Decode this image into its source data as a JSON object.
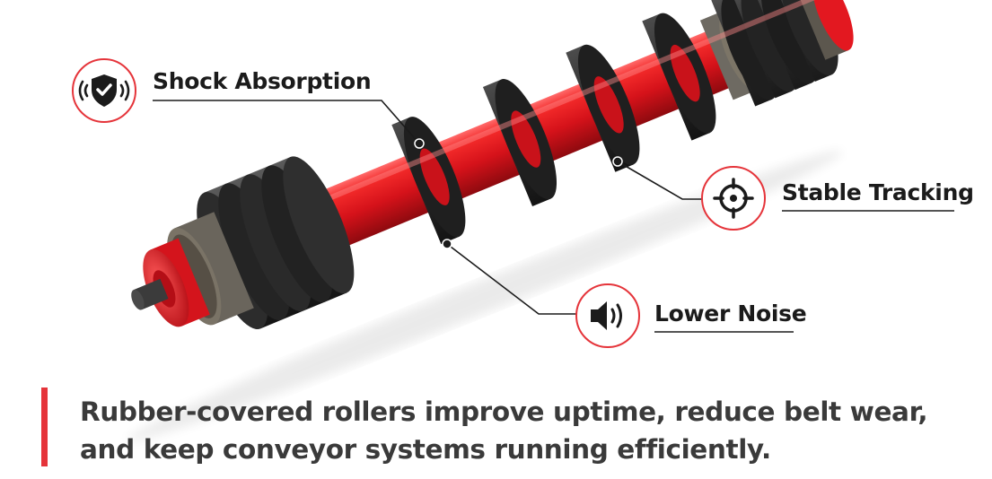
{
  "callouts": {
    "shock": {
      "label": "Shock Absorption",
      "icon": "shield-check-icon"
    },
    "stable": {
      "label": "Stable Tracking",
      "icon": "crosshair-target-icon"
    },
    "noise": {
      "label": "Lower Noise",
      "icon": "speaker-volume-icon"
    }
  },
  "caption": {
    "text": "Rubber-covered rollers improve uptime, reduce belt wear, and keep conveyor systems running efficiently."
  },
  "colors": {
    "accent": "#e5343a",
    "roller_red": "#e3141c",
    "rubber_black": "#2b2b2b",
    "text_dark": "#1b1b1b",
    "caption_text": "#3a3a3a"
  }
}
